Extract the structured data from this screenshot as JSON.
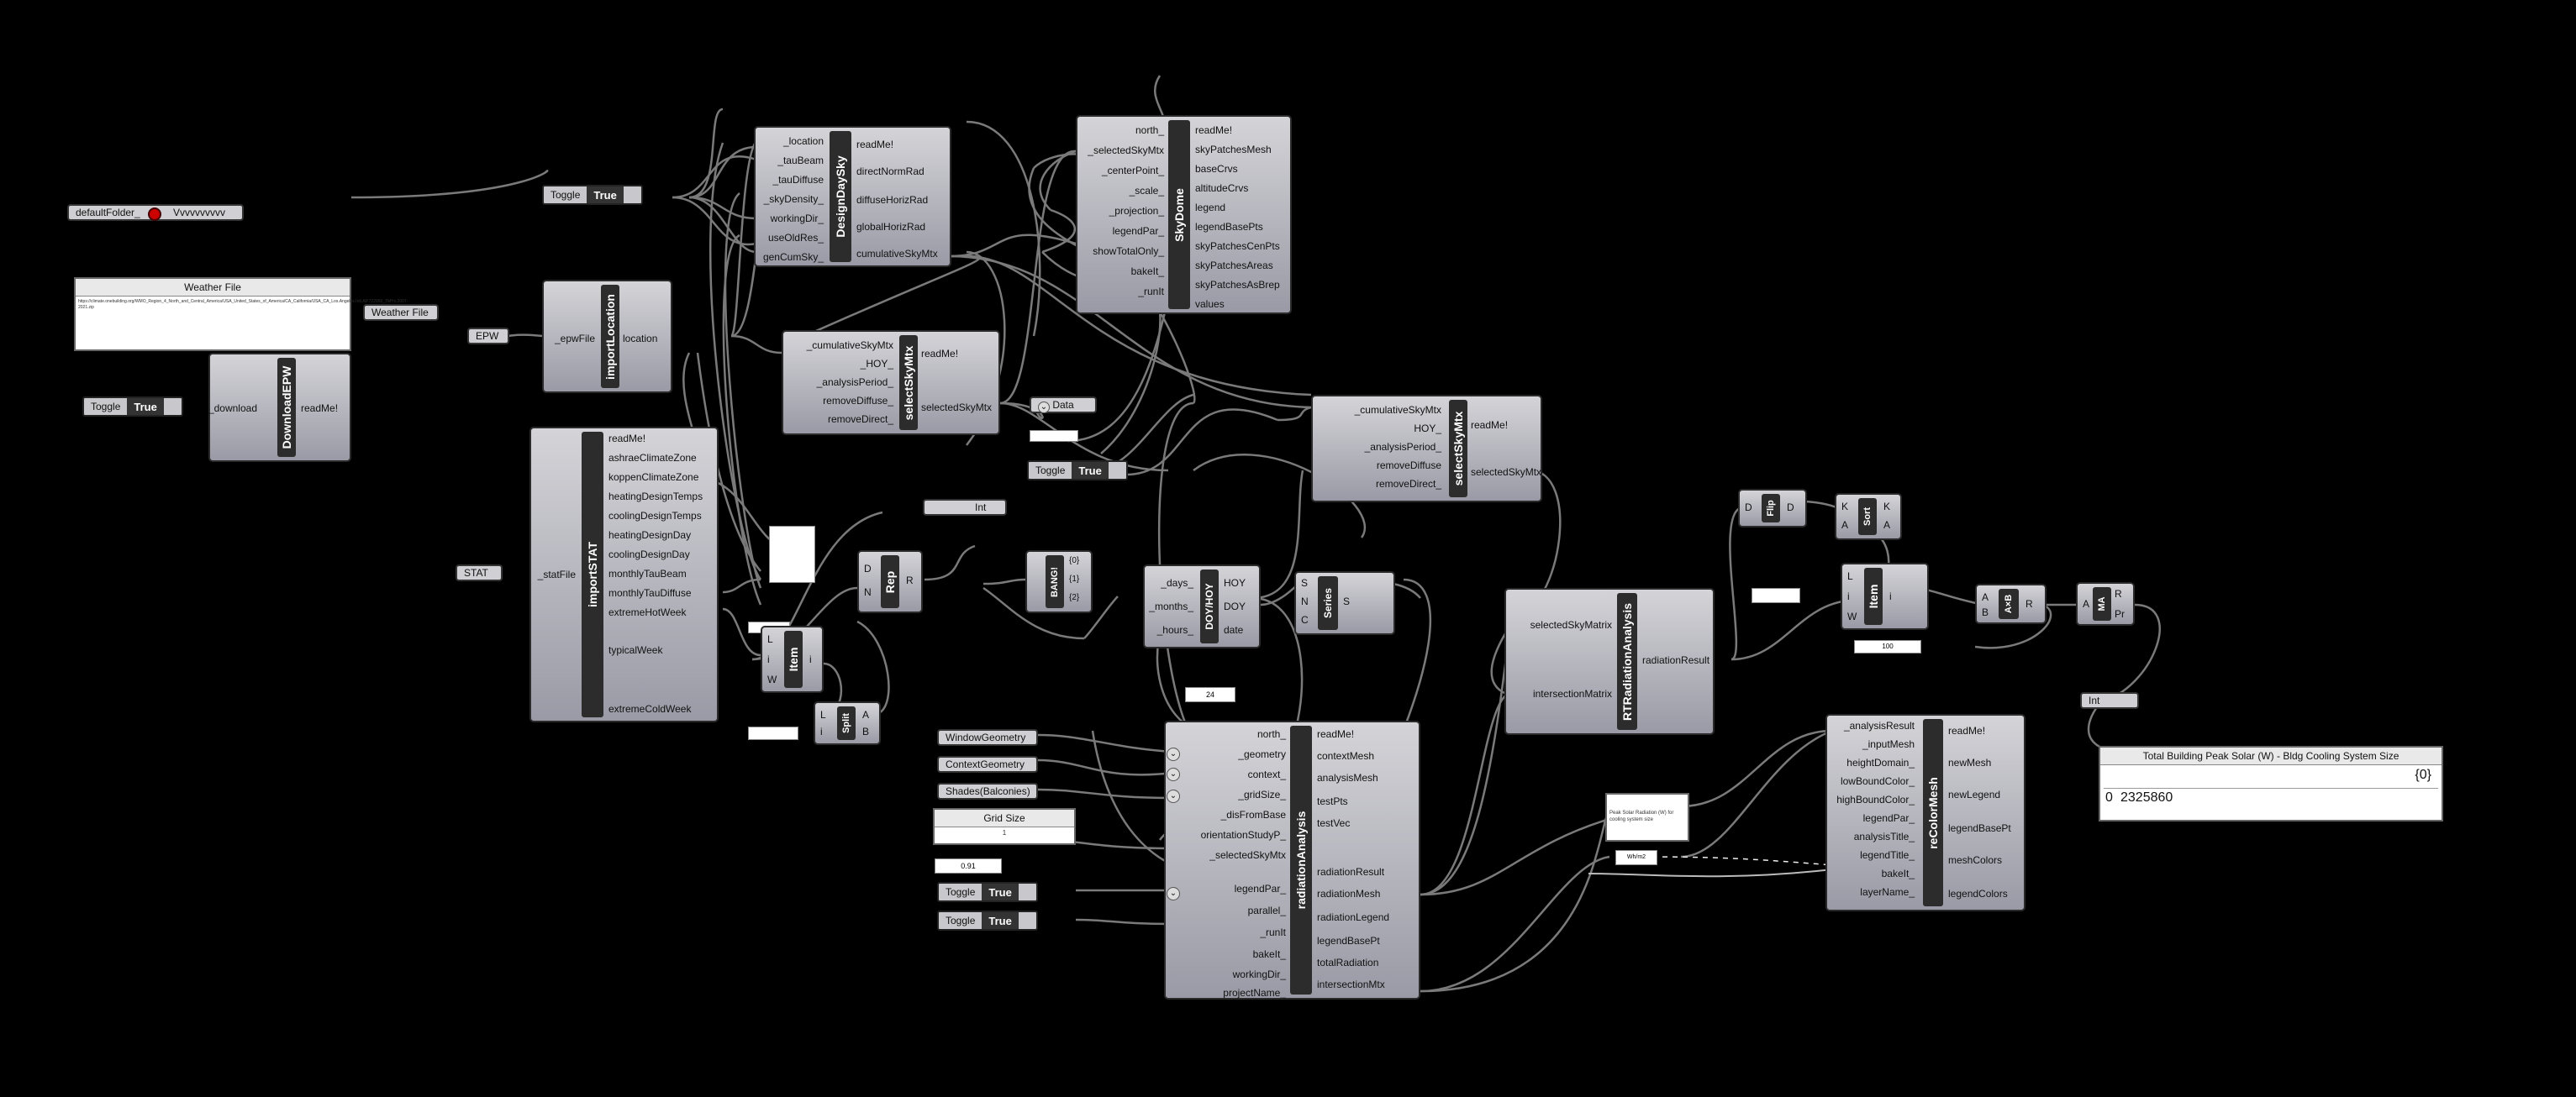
{
  "default_folder": {
    "label": "defaultFolder_",
    "value": "Vvvvvvvvvv"
  },
  "weather_file_panel": {
    "header": "Weather File",
    "text": "https://climate.onebuilding.org/WMO_Region_4_North_and_Central_America/USA_United_States_of_America/CA_California/USA_CA_Los.Angeles.Intl.AP.722950_TMYx.2007-2021.zip",
    "out_label": "Weather File"
  },
  "toggle_download": {
    "label": "Toggle",
    "value": "True"
  },
  "download_epw": {
    "name": "DownloadEPW",
    "inputs": [
      "_download"
    ],
    "outputs": [
      "readMe!"
    ]
  },
  "epw_param": {
    "label": "EPW"
  },
  "import_location": {
    "name": "importLocation",
    "inputs": [
      "_epwFile"
    ],
    "outputs": [
      "location"
    ]
  },
  "stat_param": {
    "label": "STAT"
  },
  "import_stat": {
    "name": "importSTAT",
    "inputs": [
      "_statFile"
    ],
    "outputs": [
      "readMe!",
      "ashraeClimateZone",
      "koppenClimateZone",
      "heatingDesignTemps",
      "coolingDesignTemps",
      "heatingDesignDay",
      "coolingDesignDay",
      "monthlyTauBeam",
      "monthlyTauDiffuse",
      "extremeHotWeek",
      "typicalWeek",
      "extremeColdWeek"
    ]
  },
  "toggle_design": {
    "label": "Toggle",
    "value": "True"
  },
  "design_day_sky": {
    "name": "DesignDaySky",
    "inputs": [
      "_location",
      "_tauBeam",
      "_tauDiffuse",
      "_skyDensity_",
      "workingDir_",
      "useOldRes_",
      "genCumSky_"
    ],
    "outputs": [
      "readMe!",
      "directNormRad",
      "diffuseHorizRad",
      "globalHorizRad",
      "cumulativeSkyMtx"
    ]
  },
  "select_sky_mtx_1": {
    "name": "selectSkyMtx",
    "inputs": [
      "_cumulativeSkyMtx",
      "_HOY_",
      "_analysisPeriod_",
      "removeDiffuse_",
      "removeDirect_"
    ],
    "outputs": [
      "readMe!",
      "selectedSkyMtx"
    ]
  },
  "data_param": {
    "label": "Data"
  },
  "toggle_sky": {
    "label": "Toggle",
    "value": "True"
  },
  "sky_dome": {
    "name": "SkyDome",
    "inputs": [
      "north_",
      "_selectedSkyMtx",
      "_centerPoint_",
      "_scale_",
      "_projection_",
      "legendPar_",
      "showTotalOnly_",
      "bakeIt_",
      "_runIt"
    ],
    "outputs": [
      "readMe!",
      "skyPatchesMesh",
      "baseCrvs",
      "altitudeCrvs",
      "legend",
      "legendBasePts",
      "skyPatchesCenPts",
      "skyPatchesAreas",
      "skyPatchesAsBrep",
      "values"
    ]
  },
  "select_sky_mtx_2": {
    "name": "selectSkyMtx",
    "inputs": [
      "_cumulativeSkyMtx",
      "HOY_",
      "_analysisPeriod_",
      "removeDiffuse",
      "removeDirect_"
    ],
    "outputs": [
      "readMe!",
      "selectedSkyMtx"
    ]
  },
  "int_param_1": {
    "label": "Int"
  },
  "rep": {
    "name": "Rep",
    "inputs": [
      "D",
      "N"
    ],
    "outputs": [
      "R"
    ]
  },
  "item_1": {
    "name": "Item",
    "inputs": [
      "L",
      "i",
      "W"
    ],
    "outputs": [
      "i"
    ]
  },
  "split": {
    "name": "Split",
    "inputs": [
      "L",
      "i"
    ],
    "outputs": [
      "A",
      "B"
    ]
  },
  "bang": {
    "name": "BANG!",
    "outputs": [
      "{0}",
      "{1}",
      "{2}"
    ]
  },
  "dov_hoy": {
    "name": "DOY/HOY",
    "inputs": [
      "_days_",
      "_months_",
      "_hours_"
    ],
    "outputs": [
      "HOY",
      "DOY",
      "date"
    ]
  },
  "series": {
    "name": "Series",
    "inputs": [
      "S",
      "N",
      "C"
    ],
    "outputs": [
      "S"
    ]
  },
  "small_panel_value": "24",
  "window_geometry": {
    "label": "WindowGeometry"
  },
  "context_geometry": {
    "label": "ContextGeometry"
  },
  "shades_balconies": {
    "label": "Shades(Balconies)"
  },
  "grid_size_panel": {
    "header": "Grid Size",
    "value": "1"
  },
  "grid_value": "0.91",
  "toggle_run1": {
    "label": "Toggle",
    "value": "True"
  },
  "toggle_run2": {
    "label": "Toggle",
    "value": "True"
  },
  "radiation_analysis": {
    "name": "radiationAnalysis",
    "inputs": [
      "north_",
      "_geometry",
      "context_",
      "_gridSize_",
      "_disFromBase",
      "orientationStudyP_",
      "_selectedSkyMtx",
      "legendPar_",
      "parallel_",
      "_runIt",
      "bakeIt_",
      "workingDir_",
      "projectName_"
    ],
    "outputs": [
      "readMe!",
      "contextMesh",
      "analysisMesh",
      "testPts",
      "testVec",
      "radiationResult",
      "radiationMesh",
      "radiationLegend",
      "legendBasePt",
      "totalRadiation",
      "intersectionMtx"
    ]
  },
  "rt_radiation_analysis": {
    "name": "RTRadiationAnalysis",
    "inputs": [
      "selectedSkyMatrix",
      "intersectionMatrix"
    ],
    "outputs": [
      "radiationResult"
    ]
  },
  "flip": {
    "name": "Flip",
    "inputs": [
      "D"
    ],
    "outputs": [
      "D"
    ]
  },
  "sort": {
    "name": "Sort",
    "inputs": [
      "K",
      "A"
    ],
    "outputs": [
      "K",
      "A"
    ]
  },
  "item_2": {
    "name": "Item",
    "inputs": [
      "L",
      "i",
      "W"
    ],
    "outputs": [
      "i"
    ]
  },
  "axb": {
    "name": "A×B",
    "inputs": [
      "A",
      "B"
    ],
    "outputs": [
      "R"
    ]
  },
  "ma": {
    "name": "MA",
    "inputs": [
      "A"
    ],
    "outputs": [
      "R",
      "Pr"
    ]
  },
  "int_param_2": {
    "label": "Int"
  },
  "item_value": "100",
  "re_color_mesh": {
    "name": "reColorMesh",
    "inputs": [
      "_analysisResult",
      "_inputMesh",
      "heightDomain_",
      "lowBoundColor_",
      "highBoundColor_",
      "legendPar_",
      "analysisTitle_",
      "legendTitle_",
      "bakeIt_",
      "layerName_"
    ],
    "outputs": [
      "readMe!",
      "newMesh",
      "newLegend",
      "legendBasePt",
      "meshColors",
      "legendColors"
    ]
  },
  "result_panel": {
    "header": "Total Building Peak Solar (W) - Bldg Cooling System Size",
    "index_label": "{0}",
    "row_index": "0",
    "row_value": "2325860"
  },
  "note_panel_text": "Peak Solar Radiation (W) for cooling system size",
  "note_panel_small": "Wh/m2"
}
